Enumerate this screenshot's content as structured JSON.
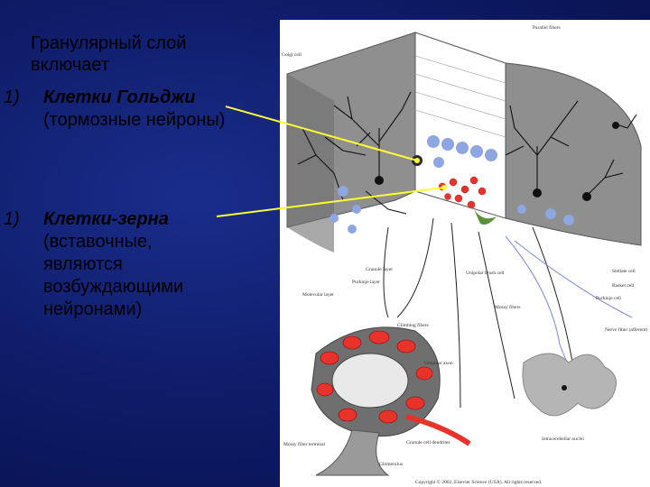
{
  "slide": {
    "heading_line1": "Гранулярный слой",
    "heading_line2": "включает",
    "items": [
      {
        "number": "1)",
        "title": "Клетки Гольджи",
        "desc_lines": [
          "(тормозные нейроны)"
        ]
      },
      {
        "number": "1)",
        "title": "Клетки-зерна",
        "desc_lines": [
          "(вставочные,",
          "являются",
          "возбуждающими",
          "нейронами)"
        ]
      }
    ]
  },
  "figure": {
    "labels": {
      "parallel_fibers": "Parallel fibers",
      "golgi_cell": "Golgi cell",
      "granule_layer": "Granule layer",
      "purkinje_layer": "Purkinje layer",
      "molecular_layer": "Molecular layer",
      "unipolar_brush_cell": "Unipolar brush cell",
      "stellate_cell": "Stellate cell",
      "basket_cell": "Basket cell",
      "purkinje_cell": "Purkinje cell",
      "mossy_fibers": "Mossy fibers",
      "climbing_fibers": "Climbing fibers",
      "nerve_fiber": "Nerve fiber (afferent)",
      "unipolar_axon": "Unipolar axon",
      "mossy_fiber_terminal": "Mossy fiber terminal",
      "granule_dendrites": "Granule cell dendrites",
      "intracerebellar": "Intracerebellar nuclei",
      "glomerulus": "Glomerulus",
      "copyright": "Copyright © 2002, Elsevier Science (USA). All rights reserved."
    }
  },
  "colors": {
    "background": "#0f1d6a",
    "pointer_line": "#ffff33",
    "figure_bg": "#ffffff",
    "tissue_gray": "#8a8a8a",
    "golgi_blue": "#8ea7e0",
    "granule_red": "#e8332a",
    "brush_green": "#5b8f3a"
  }
}
